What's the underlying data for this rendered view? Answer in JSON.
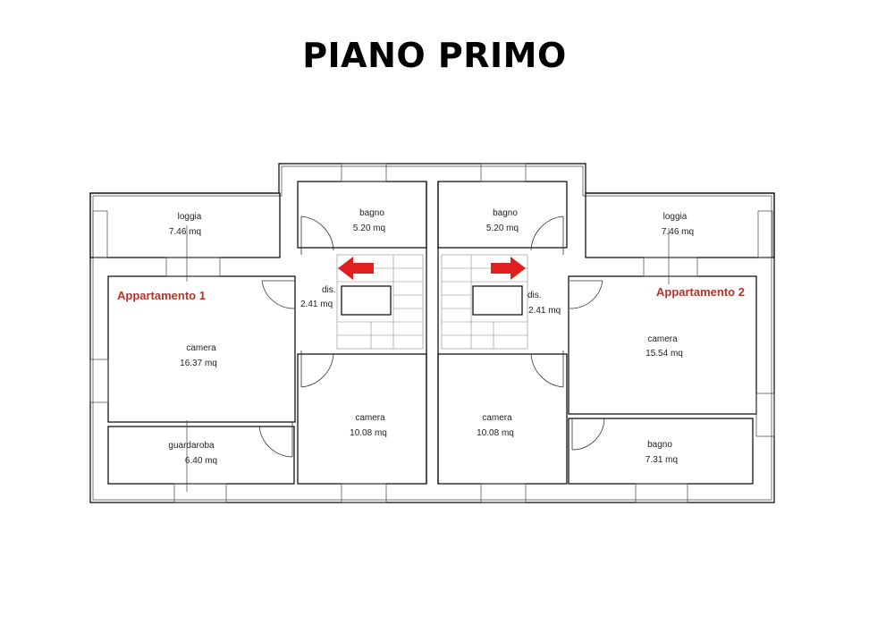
{
  "title": "PIANO PRIMO",
  "apartments": [
    {
      "label": "Appartamento 1"
    },
    {
      "label": "Appartamento 2"
    }
  ],
  "rooms": [
    {
      "name": "loggia",
      "area": "7.46 mq"
    },
    {
      "name": "bagno",
      "area": "5.20 mq"
    },
    {
      "name": "bagno",
      "area": "5.20 mq"
    },
    {
      "name": "loggia",
      "area": "7.46 mq"
    },
    {
      "name": "dis.",
      "area": "2.41 mq"
    },
    {
      "name": "dis.",
      "area": "2.41 mq"
    },
    {
      "name": "camera",
      "area": "16.37 mq"
    },
    {
      "name": "camera",
      "area": "15.54 mq"
    },
    {
      "name": "camera",
      "area": "10.08 mq"
    },
    {
      "name": "camera",
      "area": "10.08 mq"
    },
    {
      "name": "guardaroba",
      "area": "6.40 mq"
    },
    {
      "name": "bagno",
      "area": "7.31 mq"
    }
  ],
  "arrows": [
    {
      "direction": "left",
      "color": "#e0201f"
    },
    {
      "direction": "right",
      "color": "#e0201f"
    }
  ],
  "colors": {
    "wall": "#000000",
    "label": "#b5332b",
    "arrow": "#e0201f"
  }
}
